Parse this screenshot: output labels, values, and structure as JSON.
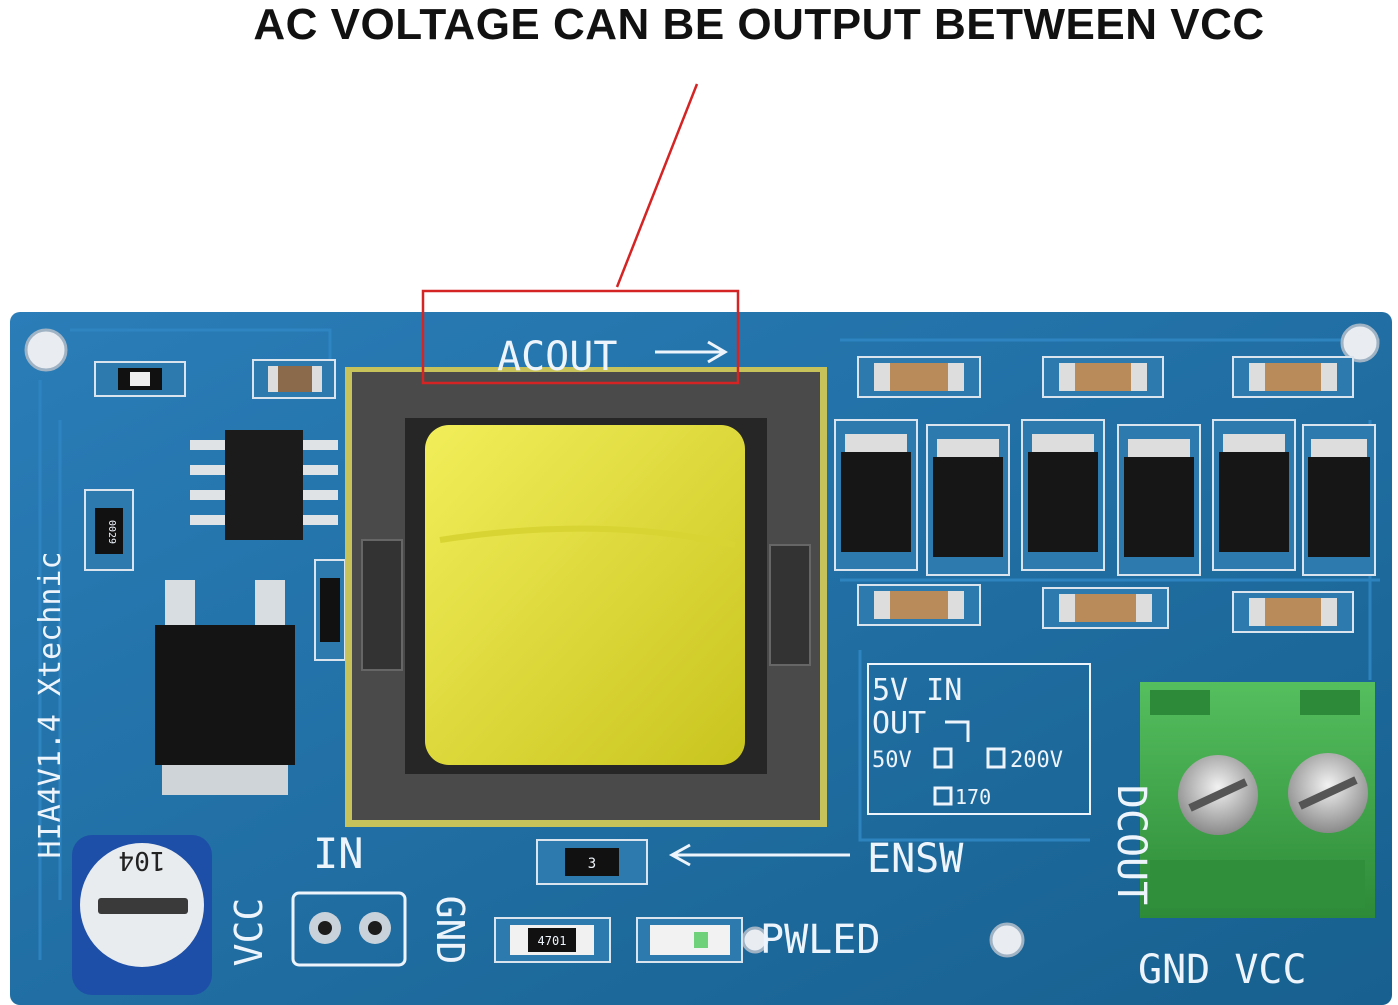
{
  "headline": "AC VOLTAGE CAN BE OUTPUT BETWEEN VCC",
  "board": {
    "acout_label": "ACOUT",
    "model_text": "HIA4V1.4 Xtechnic",
    "in_label": "IN",
    "vcc_label": "VCC",
    "gnd_label": "GND",
    "ensw_label": "ENSW",
    "pwled_label": "PWLED",
    "dcout_label": "DCOUT",
    "terminal_label": "GND VCC",
    "jumper_block": {
      "line1": "5V IN",
      "line2": "OUT",
      "opt_50": "50V",
      "opt_200": "200V",
      "opt_170": "170"
    },
    "pot_code": "104",
    "resistor_codes": {
      "r1": "4701",
      "r2": "3",
      "r3": "0029"
    }
  },
  "colors": {
    "pcb": "#1f6ea5",
    "highlight_box": "#d42424",
    "transformer_coil": "#e6e23a",
    "terminal_block": "#3fa64a"
  }
}
